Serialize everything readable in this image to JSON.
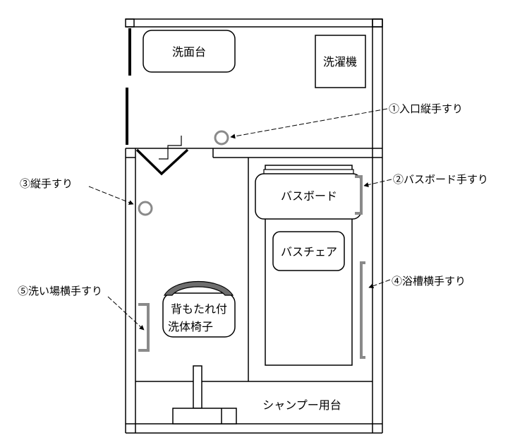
{
  "diagram": {
    "fixtures": {
      "washbasin": "洗面台",
      "washing_machine": "洗濯機",
      "bath_board": "バスボード",
      "bath_chair": "バスチェア",
      "wash_chair_line1": "背もたれ付",
      "wash_chair_line2": "洗体椅子",
      "shampoo_stand": "シャンプー用台"
    },
    "handrails": [
      {
        "number": "①",
        "label": "①入口縦手すり"
      },
      {
        "number": "②",
        "label": "②バスボード手すり"
      },
      {
        "number": "③",
        "label": "③縦手すり"
      },
      {
        "number": "④",
        "label": "④浴槽横手すり"
      },
      {
        "number": "⑤",
        "label": "⑤洗い場横手すり"
      }
    ],
    "colors": {
      "wall": "#000000",
      "handrail": "#8a8a8a",
      "chair_back": "#6e6e6e",
      "background": "#ffffff"
    }
  }
}
